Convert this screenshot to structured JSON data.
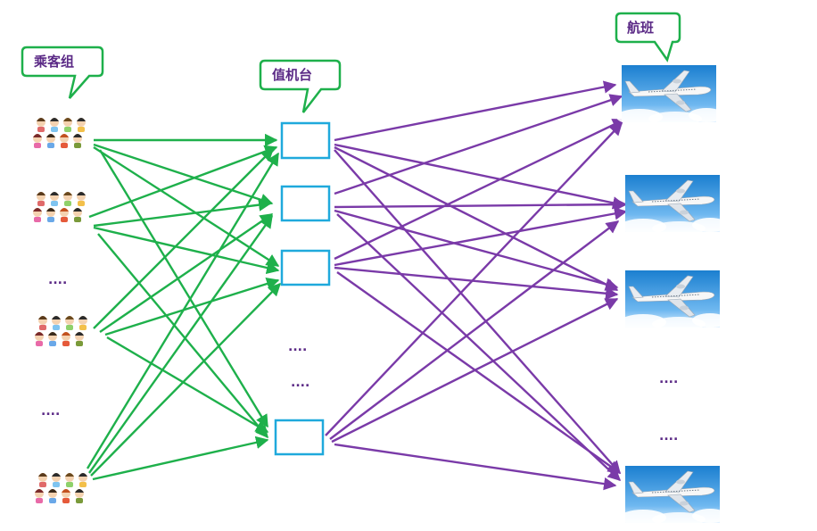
{
  "callouts": {
    "passengers": "乘客组",
    "checkin": "值机台",
    "flights": "航班"
  },
  "ellipsis": "....",
  "colors": {
    "passenger_edge": "#1eb04b",
    "flight_edge": "#7a3aa8",
    "counter_border": "#1fa9dc",
    "callout_border": "#1eb04b",
    "callout_text": "#5b2a86",
    "sky_top": "#1b7fd0",
    "sky_bottom": "#bfe2ff"
  },
  "nodes": {
    "passenger_groups": [
      "passenger-group-1",
      "passenger-group-2",
      "passenger-group-3",
      "passenger-group-4"
    ],
    "checkin_counters": [
      "counter-1",
      "counter-2",
      "counter-3",
      "counter-4"
    ],
    "flights": [
      "flight-1",
      "flight-2",
      "flight-3",
      "flight-4"
    ]
  },
  "icons": {
    "passenger": "people-group-icon",
    "flight": "airplane-icon"
  }
}
